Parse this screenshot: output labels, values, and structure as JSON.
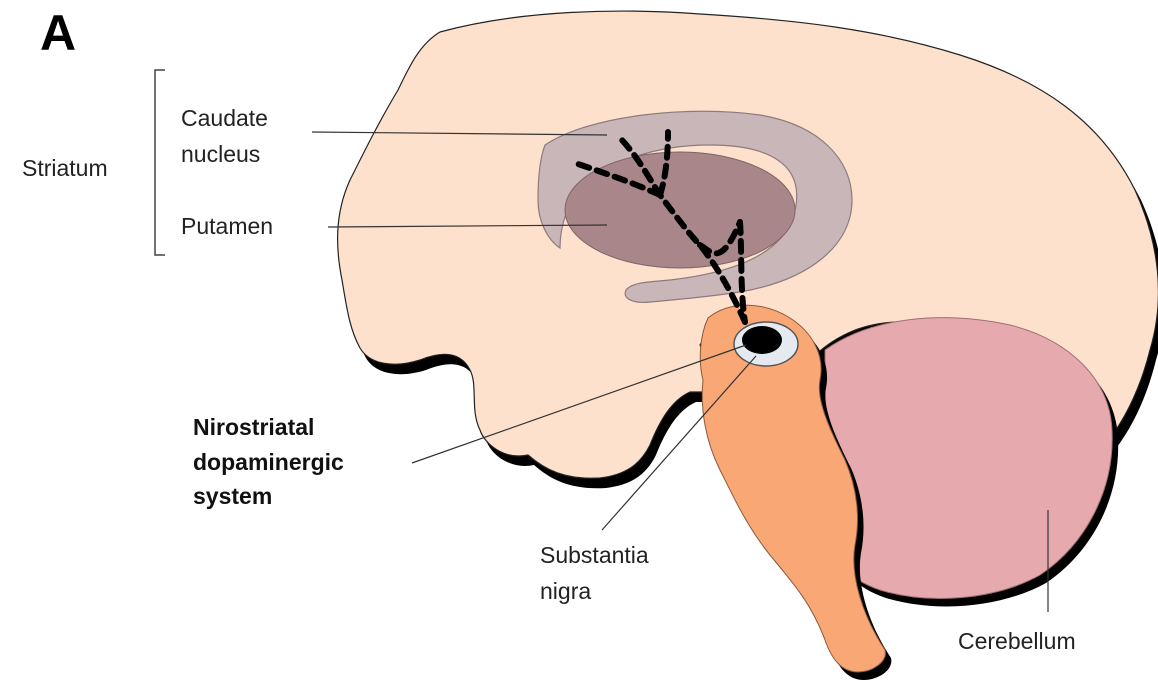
{
  "panel_letter": "A",
  "labels": {
    "striatum": "Striatum",
    "caudate_line1": "Caudate",
    "caudate_line2": "nucleus",
    "putamen": "Putamen",
    "nigrostriatal_line1": "Nirostriatal",
    "nigrostriatal_line2": "dopaminergic",
    "nigrostriatal_line3": "system",
    "substantia_line1": "Substantia",
    "substantia_line2": "nigra",
    "cerebellum": "Cerebellum"
  },
  "colors": {
    "cerebrum": "#fde1cc",
    "caudate": "#c9b6b9",
    "putamen": "#a9868a",
    "brainstem": "#f9a775",
    "cerebellum": "#e6a9ae",
    "outline_shadow": "#000000",
    "pathway": "#000000",
    "substantia_nigra": "#000000",
    "leader_line": "#333333"
  }
}
